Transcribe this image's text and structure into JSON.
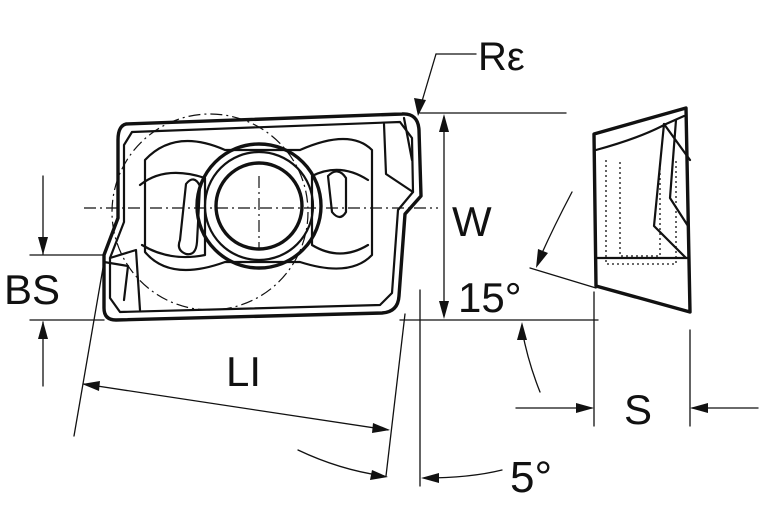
{
  "labels": {
    "corner_radius": "Rε",
    "width": "W",
    "bevel": "BS",
    "length": "LI",
    "clearance_angle": "15°",
    "thickness": "S",
    "side_angle": "5°"
  },
  "colors": {
    "line": "#111111",
    "background": "#ffffff"
  }
}
